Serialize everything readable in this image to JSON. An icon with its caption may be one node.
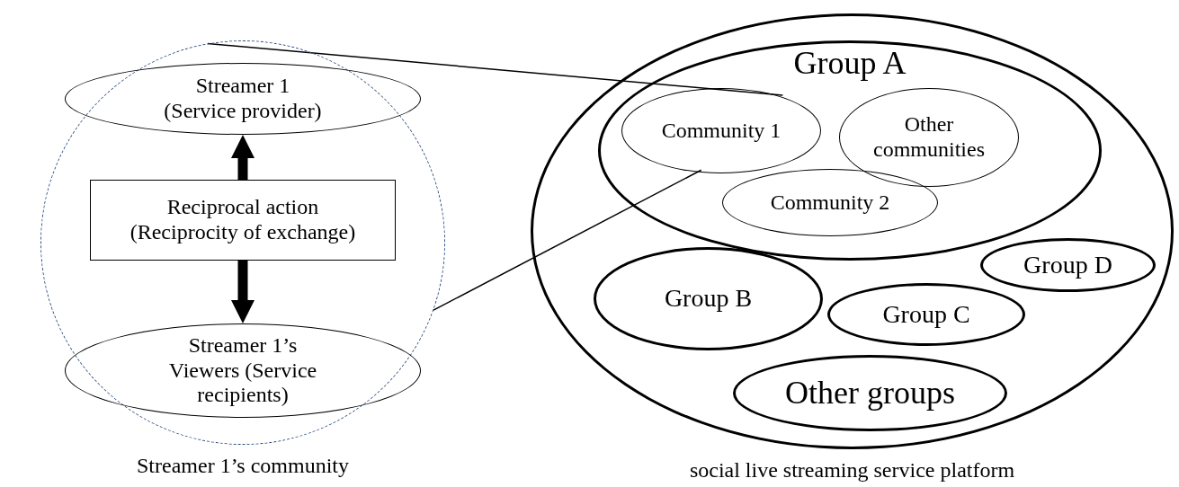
{
  "diagram": {
    "nodes": [
      {
        "text": [
          "Streamer 1’s community"
        ]
      },
      {
        "text": [
          "Streamer 1 (Service provider)"
        ],
        "in": 0
      },
      {
        "text": [
          "Reciprocal action (Reciprocity of exchange)"
        ],
        "in": 0
      },
      {
        "text": [
          "Streamer 1’s Viewers (Service recipients)"
        ],
        "in": 0
      },
      {
        "text": [
          "social live streaming service platform"
        ]
      },
      {
        "text": [
          "Group A"
        ],
        "in": 4
      },
      {
        "text": [
          "Community 1"
        ],
        "in": 5
      },
      {
        "text": [
          "Other communities"
        ],
        "in": 5
      },
      {
        "text": [
          "Community 2"
        ],
        "in": 5
      },
      {
        "text": [
          "Group D"
        ],
        "in": 4
      },
      {
        "text": [
          "Group B"
        ],
        "in": 4
      },
      {
        "text": [
          "Group C"
        ],
        "in": 4
      },
      {
        "text": [
          "Other groups"
        ],
        "in": 4
      }
    ],
    "edges": [
      {
        "from": 2,
        "to": 1,
        "arrow": "to",
        "style": "thick"
      },
      {
        "from": 2,
        "to": 3,
        "arrow": "to",
        "style": "thick"
      },
      {
        "from": 0,
        "to": 6,
        "arrow": "none"
      },
      {
        "from": 0,
        "to": 6,
        "arrow": "none"
      }
    ]
  }
}
